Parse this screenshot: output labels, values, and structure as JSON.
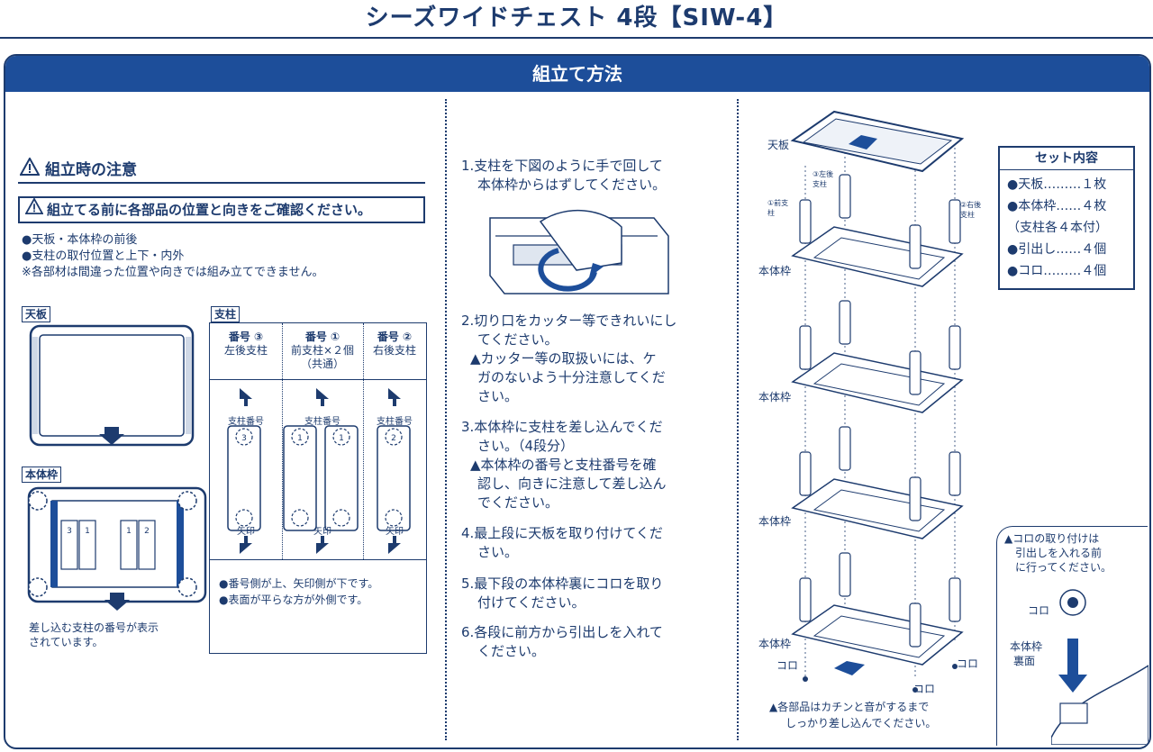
{
  "title": "シーズワイドチェスト 4段【SIW-4】",
  "banner": "組立て方法",
  "caution": {
    "heading": "組立時の注意",
    "box": "組立てる前に各部品の位置と向きをご確認ください。",
    "bullets": [
      "●天板・本体枠の前後",
      "●支柱の取付位置と上下・内外"
    ],
    "note": "※各部材は間違った位置や向きでは組み立てできません。"
  },
  "tenban_tag": "天板",
  "honitai_tag": "本体枠",
  "frame_note": [
    "差し込む支柱の番号が表示",
    "されています。"
  ],
  "shichu": {
    "tag": "支柱",
    "cols": [
      {
        "line1": "番号 ③",
        "line2": "左後支柱",
        "line3": ""
      },
      {
        "line1": "番号 ①",
        "line2": "前支柱×２個",
        "line3": "（共通）"
      },
      {
        "line1": "番号 ②",
        "line2": "右後支柱",
        "line3": ""
      }
    ],
    "num_label": "支柱番号",
    "arrow_label": "矢印",
    "bullets": [
      "●番号側が上、矢印側が下です。",
      "●表面が平らな方が外側です。"
    ]
  },
  "steps": [
    {
      "main": [
        "1.支柱を下図のように手で回して",
        "本体枠からはずしてください。"
      ],
      "notes": []
    },
    {
      "main": [
        "2.切り口をカッター等できれいにし",
        "てください。"
      ],
      "notes": [
        "▲カッター等の取扱いには、ケ",
        "ガのないよう十分注意してくだ",
        "さい。"
      ]
    },
    {
      "main": [
        "3.本体枠に支柱を差し込んでくだ",
        "さい。（4段分）"
      ],
      "notes": [
        "▲本体枠の番号と支柱番号を確",
        "認し、向きに注意して差し込ん",
        "でください。"
      ]
    },
    {
      "main": [
        "4.最上段に天板を取り付けてくだ",
        "さい。"
      ],
      "notes": []
    },
    {
      "main": [
        "5.最下段の本体枠裏にコロを取り",
        "付けてください。"
      ],
      "notes": []
    },
    {
      "main": [
        "6.各段に前方から引出しを入れて",
        "ください。"
      ],
      "notes": []
    }
  ],
  "assembly": {
    "tenban": "天板",
    "honitai": "本体枠",
    "koro": "コロ",
    "front_post": "①前支柱",
    "right_post": "②右後支柱",
    "left_post": "③左後支柱"
  },
  "set": {
    "title": "セット内容",
    "items": [
      "●天板………１枚",
      "●本体枠……４枚",
      "（支柱各４本付）",
      "●引出し……４個",
      "●コロ………４個"
    ]
  },
  "koro_note": [
    "▲コロの取り付けは",
    "引出しを入れる前",
    "に行ってください。"
  ],
  "koro_label": "コロ",
  "koro_frame": [
    "本体枠",
    "裏面"
  ],
  "bottom_note": [
    "▲各部品はカチンと音がするまで",
    "しっかり差し込んでください。"
  ]
}
